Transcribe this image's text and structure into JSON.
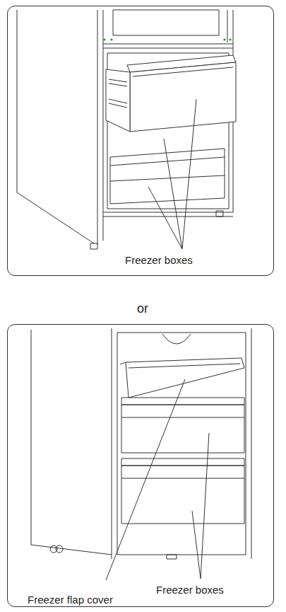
{
  "diagram": {
    "nodes": [
      {
        "text": [
          "Freezer boxes"
        ]
      },
      {
        "text": [
          "Freezer boxes",
          "Freezer flap cover"
        ]
      }
    ],
    "labels": [
      "or"
    ]
  }
}
